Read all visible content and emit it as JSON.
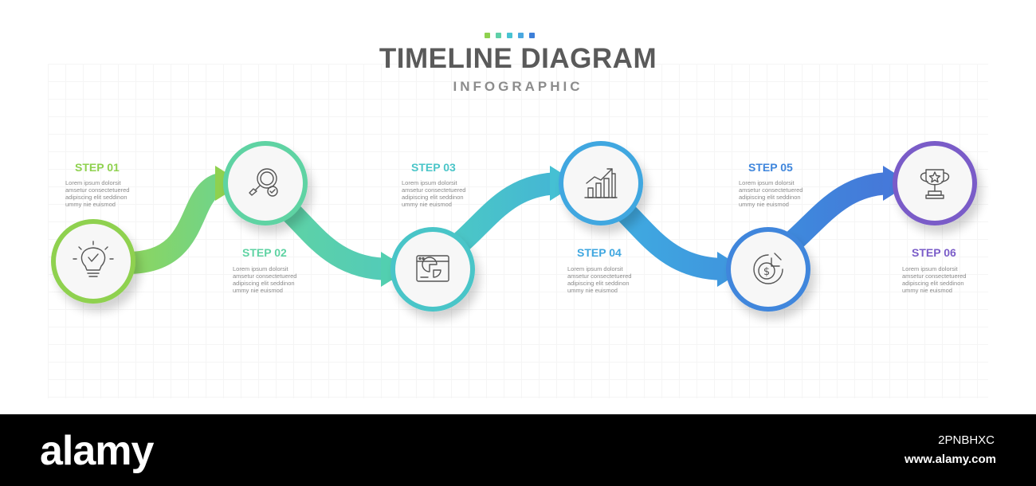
{
  "header": {
    "title": "TIMELINE DIAGRAM",
    "subtitle": "INFOGRAPHIC",
    "dot_colors": [
      "#8fd14f",
      "#5fd0a8",
      "#48c3d2",
      "#4aa8e0",
      "#3d7fd8"
    ]
  },
  "steps": [
    {
      "label": "STEP 01",
      "description": [
        "Lorem ipsum dolorsit",
        "amsetur consectetuered",
        "adipiscing elit seddinon",
        "ummy nie euismod"
      ],
      "icon": "lightbulb-check-icon",
      "color": "#8fd14f"
    },
    {
      "label": "STEP 02",
      "description": [
        "Lorem ipsum dolorsit",
        "amsetur consectetuered",
        "adipiscing elit seddinon",
        "ummy nie euismod"
      ],
      "icon": "magnifier-check-icon",
      "color": "#5fd3a3"
    },
    {
      "label": "STEP 03",
      "description": [
        "Lorem ipsum dolorsit",
        "amsetur consectetuered",
        "adipiscing elit seddinon",
        "ummy nie euismod"
      ],
      "icon": "browser-chart-icon",
      "color": "#4ac5c8"
    },
    {
      "label": "STEP 04",
      "description": [
        "Lorem ipsum dolorsit",
        "amsetur consectetuered",
        "adipiscing elit seddinon",
        "ummy nie euismod"
      ],
      "icon": "bar-chart-growth-icon",
      "color": "#3fa7e0"
    },
    {
      "label": "STEP 05",
      "description": [
        "Lorem ipsum dolorsit",
        "amsetur consectetuered",
        "adipiscing elit seddinon",
        "ummy nie euismod"
      ],
      "icon": "dollar-pie-icon",
      "color": "#3f86dc"
    },
    {
      "label": "STEP 06",
      "description": [
        "Lorem ipsum dolorsit",
        "amsetur consectetuered",
        "adipiscing elit seddinon",
        "ummy nie euismod"
      ],
      "icon": "trophy-star-icon",
      "color": "#7a5cc8"
    }
  ],
  "footer": {
    "brand": "alamy",
    "image_id": "2PNBHXC",
    "site": "www.alamy.com"
  }
}
